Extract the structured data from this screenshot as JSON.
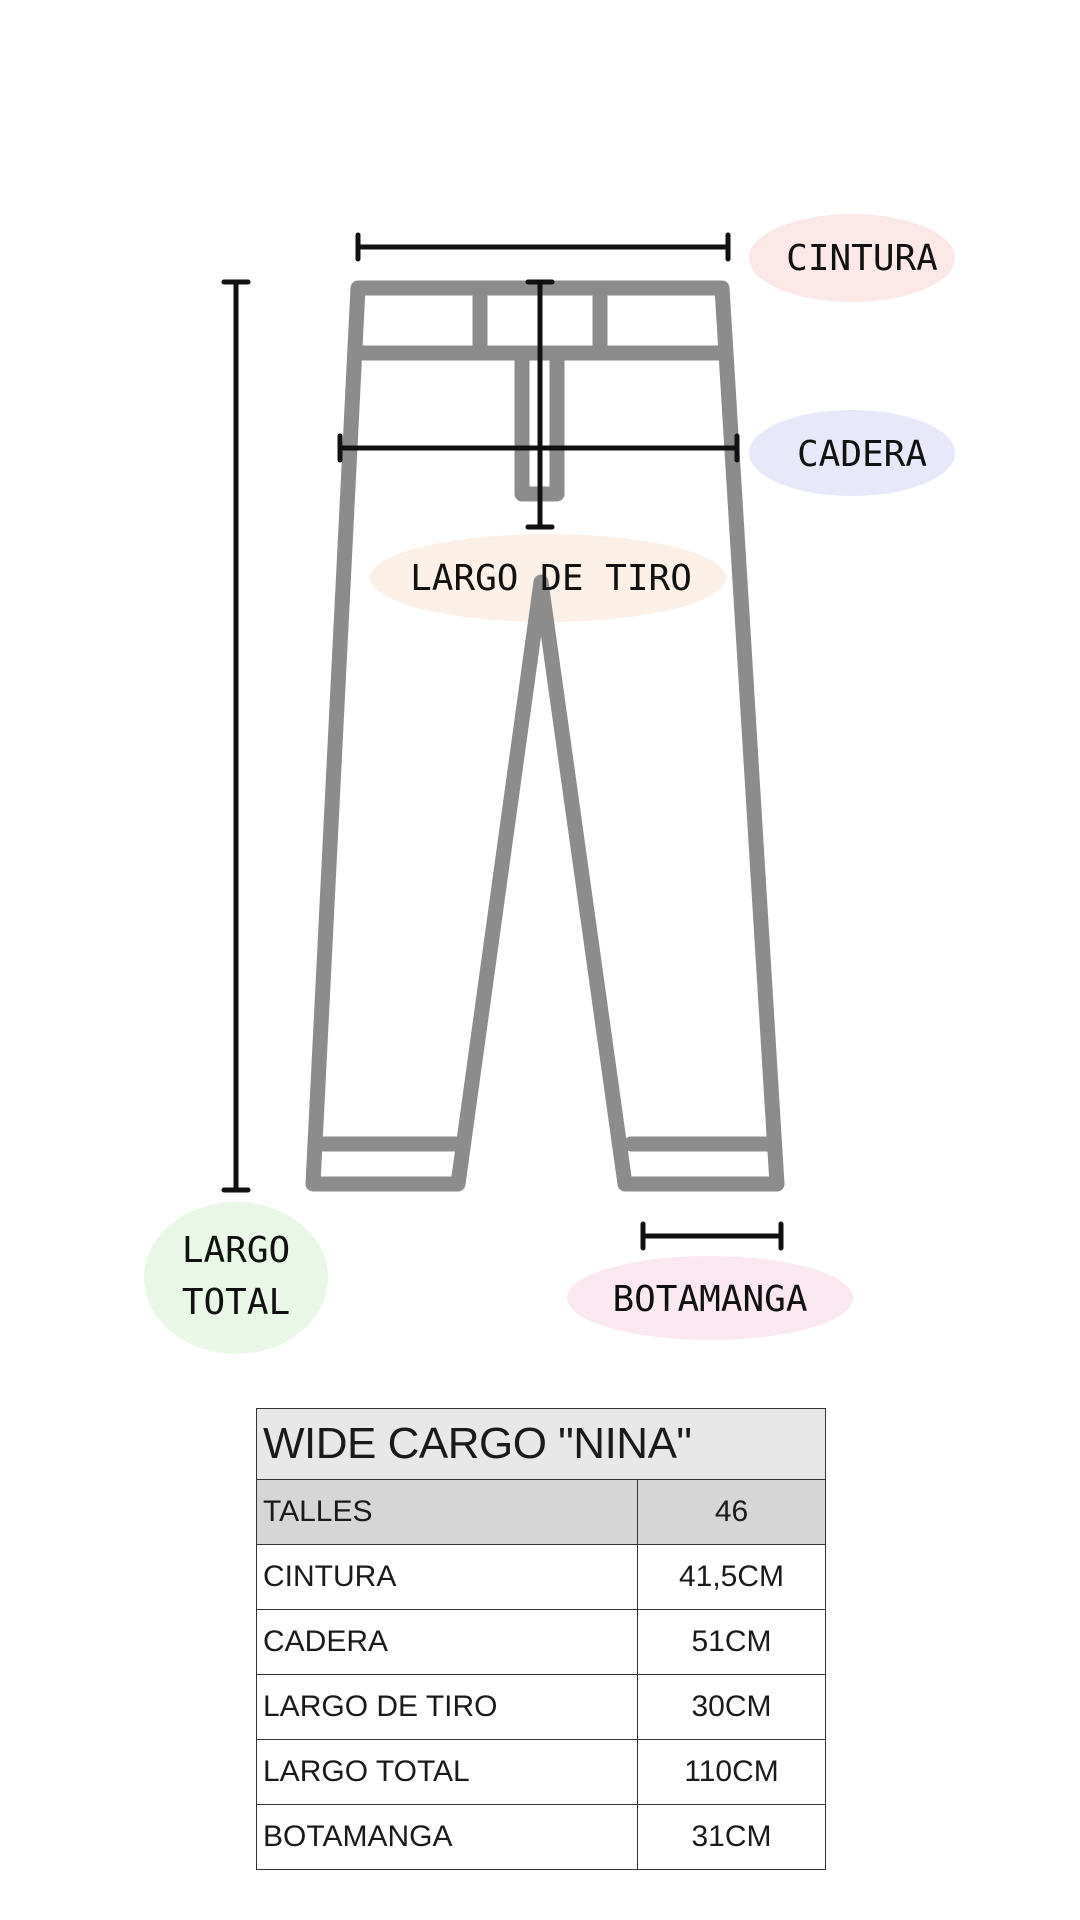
{
  "diagram": {
    "labels": {
      "cintura": "CINTURA",
      "cadera": "CADERA",
      "largo_de_tiro": "LARGO DE TIRO",
      "largo_total_line1": "LARGO",
      "largo_total_line2": "TOTAL",
      "botamanga": "BOTAMANGA"
    },
    "colors": {
      "garment_outline": "#8c8c8c",
      "measure_line": "#111111",
      "cintura_bubble": "#fde8e8",
      "cadera_bubble": "#e8e8fb",
      "largo_de_tiro_bubble": "#fdf1e7",
      "largo_total_bubble": "#e9f8e7",
      "botamanga_bubble": "#fbe8f0"
    }
  },
  "table": {
    "title": "WIDE CARGO \"NINA\"",
    "header": {
      "name": "TALLES",
      "value": "46"
    },
    "rows": [
      {
        "name": "CINTURA",
        "value": "41,5CM"
      },
      {
        "name": "CADERA",
        "value": "51CM"
      },
      {
        "name": "LARGO DE TIRO",
        "value": "30CM"
      },
      {
        "name": "LARGO TOTAL",
        "value": "110CM"
      },
      {
        "name": "BOTAMANGA",
        "value": "31CM"
      }
    ]
  }
}
